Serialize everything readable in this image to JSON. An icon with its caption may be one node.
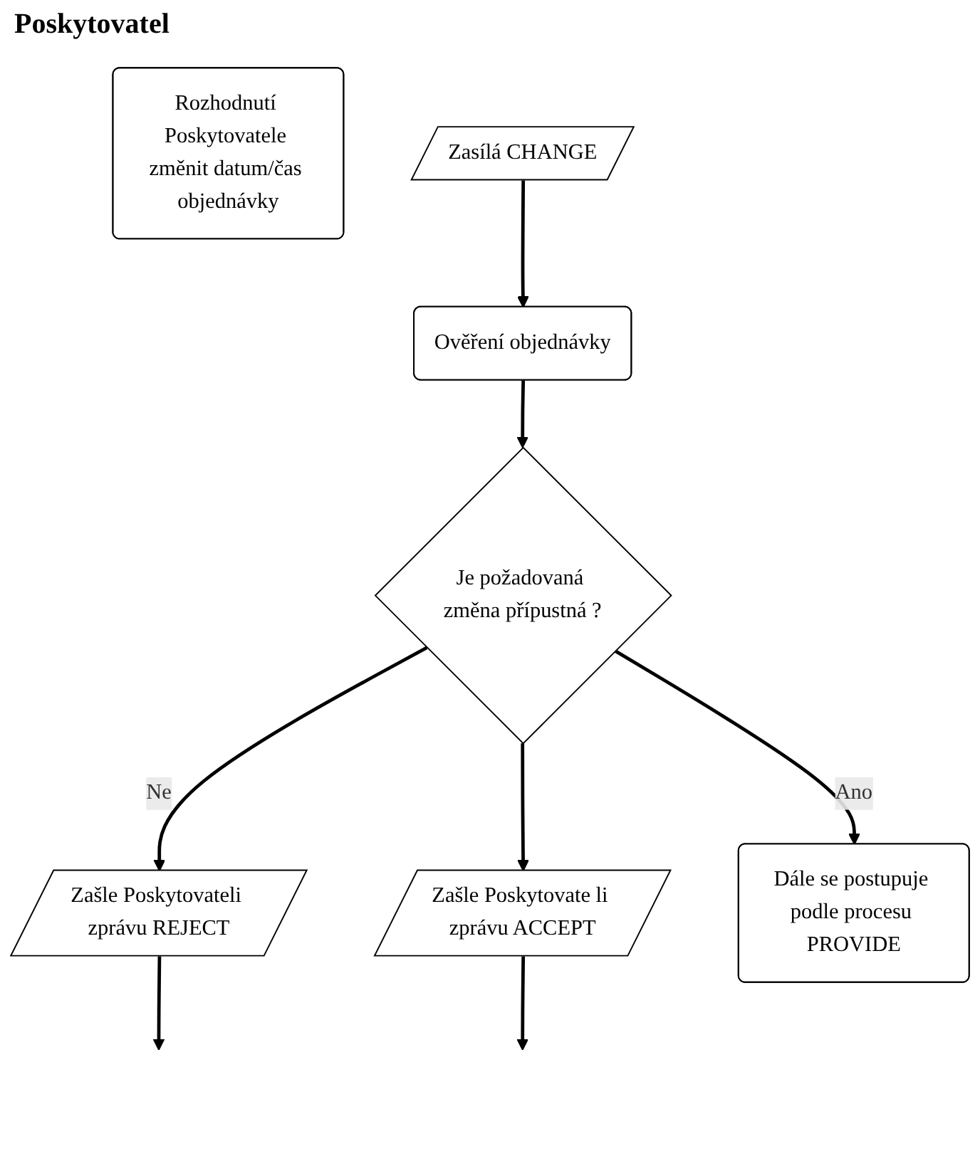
{
  "diagram": {
    "nodes": [
      {
        "text": [
          "Rozhodnutí Poskytovatele změnit datum/čas objednávky"
        ]
      },
      {
        "text": [
          "Zasílá CHANGE"
        ]
      },
      {
        "text": [
          "Ověření objednávky"
        ]
      },
      {
        "text": [
          "Je požadovaná změna přípustná ?"
        ]
      },
      {
        "text": [
          "Zašle Poskytovateli zprávu REJECT"
        ]
      },
      {
        "text": [
          "Zašle Poskytovate li zprávu ACCEPT"
        ]
      },
      {
        "text": [
          "Dále se postupuje podle procesu PROVIDE"
        ]
      }
    ],
    "edges": [
      {
        "from": 1,
        "to": 2,
        "arrow": "to"
      },
      {
        "from": 2,
        "to": 3,
        "arrow": "to"
      },
      {
        "from": 3,
        "to": 4,
        "label": "Ne",
        "arrow": "to"
      },
      {
        "from": 3,
        "to": 6,
        "label": "Ano",
        "arrow": "to"
      },
      {
        "from": 3,
        "to": 5,
        "arrow": "to"
      },
      {
        "from": 4,
        "to": null,
        "arrow": "to"
      },
      {
        "from": 5,
        "to": null,
        "arrow": "to"
      }
    ],
    "labels": [
      "Poskytovatel"
    ]
  }
}
